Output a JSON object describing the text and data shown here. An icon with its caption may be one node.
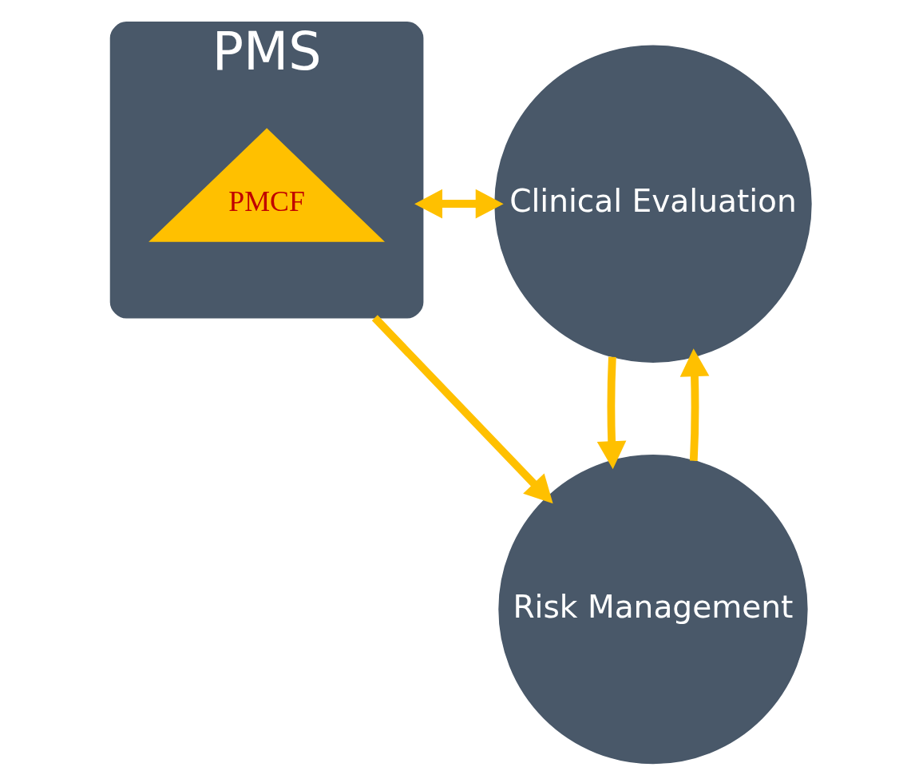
{
  "diagram": {
    "nodes": [
      {
        "text": [
          "PMS"
        ]
      },
      {
        "text": [
          "PMCF"
        ],
        "in": 0
      },
      {
        "text": [
          "Clinical Evaluation"
        ]
      },
      {
        "text": [
          "Risk Management"
        ]
      }
    ],
    "edges": [
      {
        "from": 0,
        "to": 2,
        "arrow": "to"
      },
      {
        "from": 2,
        "to": 0,
        "arrow": "to"
      },
      {
        "from": 0,
        "to": 3,
        "arrow": "to"
      },
      {
        "from": 3,
        "to": 2,
        "arrow": "to"
      },
      {
        "from": 2,
        "to": 3,
        "arrow": "to"
      }
    ]
  }
}
